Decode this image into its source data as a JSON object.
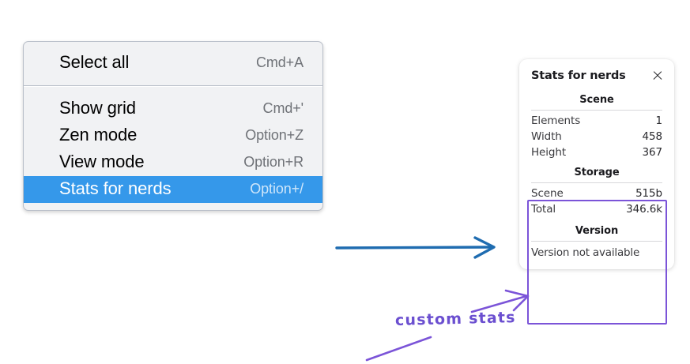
{
  "colors": {
    "menu_bg": "#f1f2f4",
    "menu_border": "#b9bfc9",
    "menu_selected": "#3598ea",
    "accel_text": "#6f7277",
    "panel_bg": "#ffffff",
    "annotation_purple": "#7b54d8",
    "annotation_blue": "#1f6cb0"
  },
  "context_menu": {
    "sections": [
      {
        "items": [
          {
            "label": "Select all",
            "accel": "Cmd+A",
            "selected": false
          }
        ]
      },
      {
        "items": [
          {
            "label": "Show grid",
            "accel": "Cmd+'",
            "selected": false
          },
          {
            "label": "Zen mode",
            "accel": "Option+Z",
            "selected": false
          },
          {
            "label": "View mode",
            "accel": "Option+R",
            "selected": false
          },
          {
            "label": "Stats for nerds",
            "accel": "Option+/",
            "selected": true
          }
        ]
      }
    ]
  },
  "stats_panel": {
    "title": "Stats for nerds",
    "close_icon": "close-icon",
    "groups": [
      {
        "title": "Scene",
        "rows": [
          {
            "key": "Elements",
            "value": "1"
          },
          {
            "key": "Width",
            "value": "458"
          },
          {
            "key": "Height",
            "value": "367"
          }
        ]
      },
      {
        "title": "Storage",
        "rows": [
          {
            "key": "Scene",
            "value": "515b"
          },
          {
            "key": "Total",
            "value": "346.6k"
          }
        ]
      },
      {
        "title": "Version",
        "note": "Version not available",
        "rows": []
      }
    ]
  },
  "annotations": {
    "label": "custom stats",
    "blue_arrow": "arrow-right-icon",
    "purple_arrow": "arrow-up-right-icon",
    "purple_underline": "underline-stroke"
  }
}
